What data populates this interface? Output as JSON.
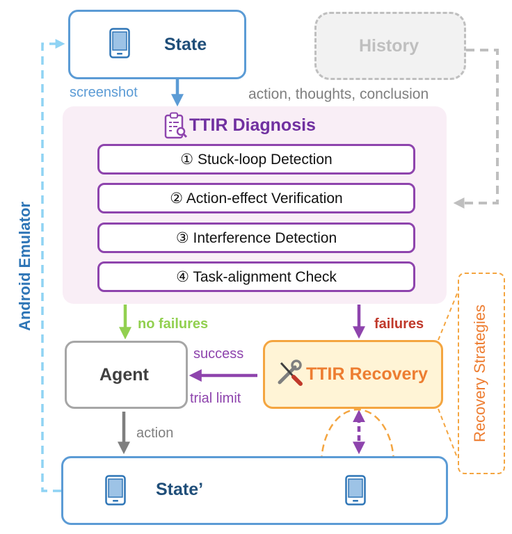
{
  "state": {
    "title": "State"
  },
  "history": {
    "title": "History",
    "caption": "action, thoughts, conclusion"
  },
  "edges": {
    "screenshot": "screenshot",
    "no_failures": "no failures",
    "failures": "failures",
    "success": "success",
    "trial_limit": "trial limit",
    "action": "action"
  },
  "diagnosis": {
    "title": "TTIR Diagnosis",
    "checks": [
      "① Stuck-loop Detection",
      "② Action-effect Verification",
      "③ Interference Detection",
      "④ Task-alignment Check"
    ]
  },
  "agent": {
    "title": "Agent"
  },
  "recovery": {
    "title": "TTIR Recovery",
    "strategies": "Recovery Strategies"
  },
  "emulator": {
    "title": "Android Emulator"
  },
  "state_prime": {
    "title": "State’"
  },
  "colors": {
    "blue": "#5b9bd5",
    "dark_blue": "#1f4e79",
    "light_blue": "#8fd3f4",
    "purple": "#8e44ad",
    "orange": "#ed7d31",
    "green": "#92d050",
    "red": "#c0392b",
    "gray": "#7f7f7f"
  }
}
